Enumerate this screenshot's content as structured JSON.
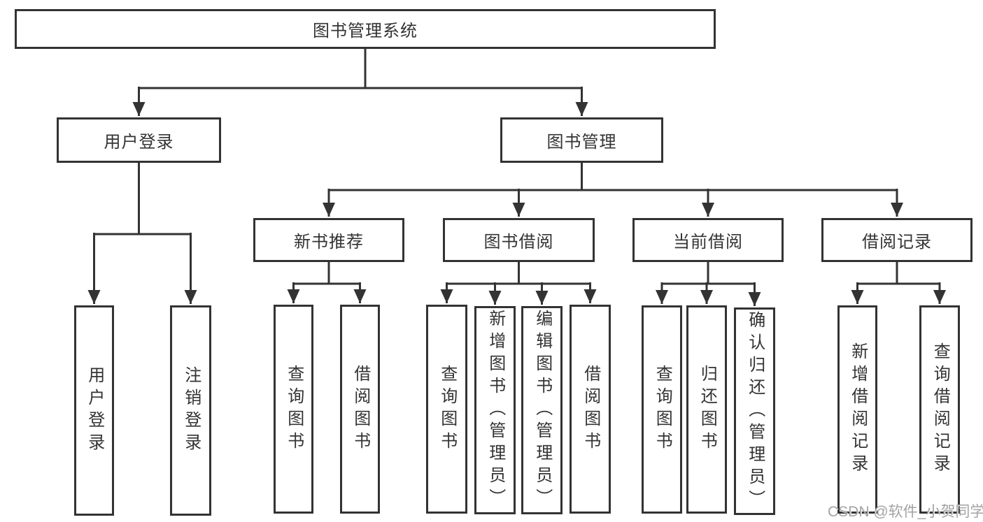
{
  "diagram": {
    "title": "图书管理系统",
    "level2": {
      "user_login": "用户登录",
      "book_mgmt": "图书管理"
    },
    "level3": {
      "new_book_rec": "新书推荐",
      "book_borrow": "图书借阅",
      "current_borrow": "当前借阅",
      "borrow_records": "借阅记录"
    },
    "leaves": {
      "user_login": "用户登录",
      "logout": "注销登录",
      "rec_query_book": "查询图书",
      "rec_borrow_book": "借阅图书",
      "borrow_query_book": "查询图书",
      "borrow_add_book": "新增图书（管理员）",
      "borrow_edit_book": "编辑图书（管理员）",
      "borrow_borrow_book": "借阅图书",
      "current_query_book": "查询图书",
      "current_return_book": "归还图书",
      "current_confirm_return": "确认归还（管理员）",
      "records_add_record": "新增借阅记录",
      "records_query_record": "查询借阅记录"
    }
  },
  "watermark": {
    "text": "CSDN @软件_小贺同学"
  },
  "colors": {
    "line": "#333333",
    "text": "#333333",
    "box_background": "#ffffff",
    "watermark": "#a3a3a3",
    "background": "#ffffff"
  }
}
